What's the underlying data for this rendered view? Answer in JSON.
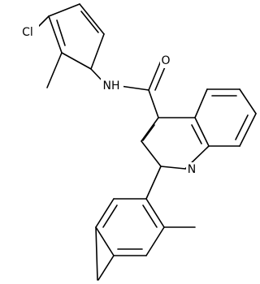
{
  "diagram": {
    "atoms": {
      "cl": "Cl",
      "nh": "NH",
      "o": "O",
      "n": "N"
    }
  }
}
